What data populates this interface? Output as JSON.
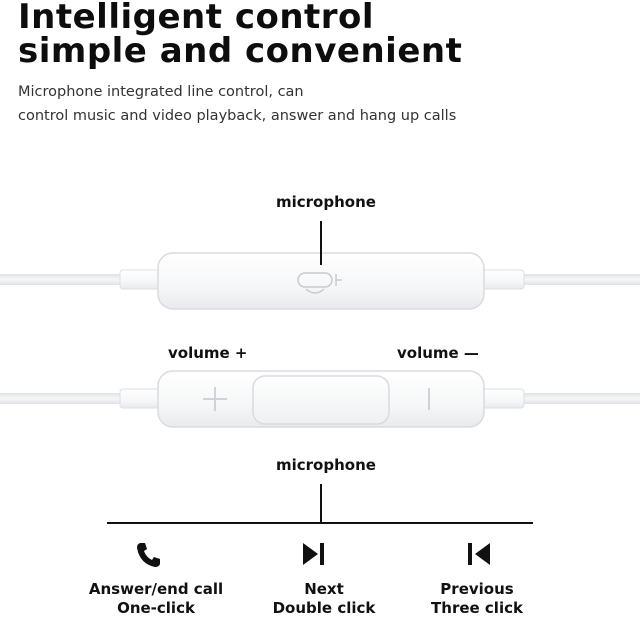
{
  "heading": {
    "line1": "Intelligent control",
    "line2": "simple and convenient"
  },
  "description": {
    "line1": "Microphone integrated line control, can",
    "line2": "control music and video playback, answer and hang up calls"
  },
  "labels": {
    "microphone_top": "microphone",
    "volume_up": "volume +",
    "volume_down": "volume —",
    "microphone_bottom": "microphone"
  },
  "actions": [
    {
      "icon": "phone-icon",
      "name": "Answer/end call",
      "gesture": "One-click"
    },
    {
      "icon": "next-track-icon",
      "name": "Next",
      "gesture": "Double click"
    },
    {
      "icon": "previous-track-icon",
      "name": "Previous",
      "gesture": "Three click"
    }
  ],
  "colors": {
    "text": "#111111",
    "cable": "#e9ebee",
    "remote_body": "#f7f8f9",
    "remote_outline": "#dcdfe3"
  }
}
